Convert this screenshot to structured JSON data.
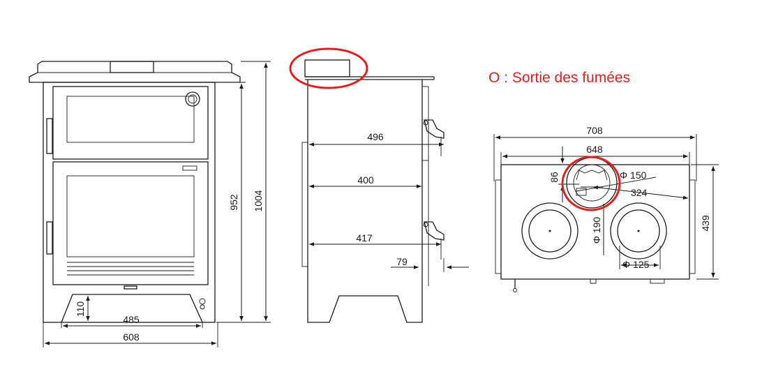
{
  "legend": {
    "text": "O : Sortie des fumées",
    "color": "#e02020"
  },
  "front_view": {
    "height_total": "1004",
    "height_body": "952",
    "plinth_height": "110",
    "plinth_width": "485",
    "width": "608"
  },
  "side_view": {
    "depth_top": "496",
    "depth_middle": "400",
    "depth_lower": "417",
    "handle_offset": "79"
  },
  "top_view": {
    "width_overall": "708",
    "width_top": "648",
    "flue_offset": "86",
    "flue_diameter": "Φ 150",
    "flue_position": "324",
    "hotplate_diameter": "Φ 190",
    "small_diameter": "Φ 125",
    "depth": "439"
  },
  "colors": {
    "line": "#1a1a1a",
    "highlight": "#e02020"
  }
}
